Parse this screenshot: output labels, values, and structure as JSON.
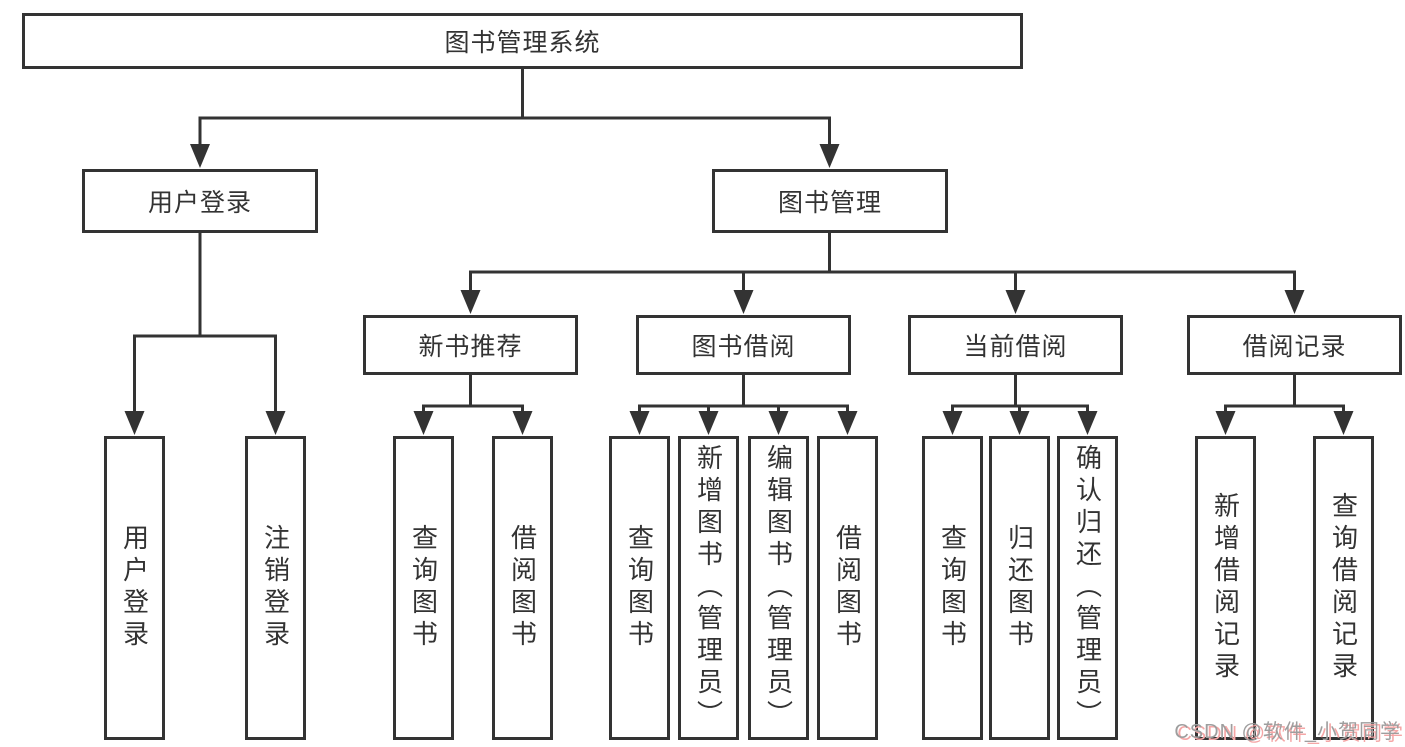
{
  "diagram": {
    "root": {
      "label": "图书管理系统"
    },
    "branches": [
      {
        "label": "用户登录",
        "children": [
          {
            "label": "用户登录"
          },
          {
            "label": "注销登录"
          }
        ]
      },
      {
        "label": "图书管理",
        "groups": [
          {
            "label": "新书推荐",
            "children": [
              {
                "label": "查询图书"
              },
              {
                "label": "借阅图书"
              }
            ]
          },
          {
            "label": "图书借阅",
            "children": [
              {
                "label": "查询图书"
              },
              {
                "label": "新增图书（管理员）"
              },
              {
                "label": "编辑图书（管理员）"
              },
              {
                "label": "借阅图书"
              }
            ]
          },
          {
            "label": "当前借阅",
            "children": [
              {
                "label": "查询图书"
              },
              {
                "label": "归还图书"
              },
              {
                "label": "确认归还（管理员）"
              }
            ]
          },
          {
            "label": "借阅记录",
            "children": [
              {
                "label": "新增借阅记录"
              },
              {
                "label": "查询借阅记录"
              }
            ]
          }
        ]
      }
    ]
  },
  "watermark": {
    "text": "CSDN @软件_小贺同学"
  },
  "colors": {
    "line": "#333333",
    "text": "#333333",
    "background": "#ffffff",
    "watermark_gray": "#9e9e9e",
    "watermark_red": "#f5a6a6"
  }
}
